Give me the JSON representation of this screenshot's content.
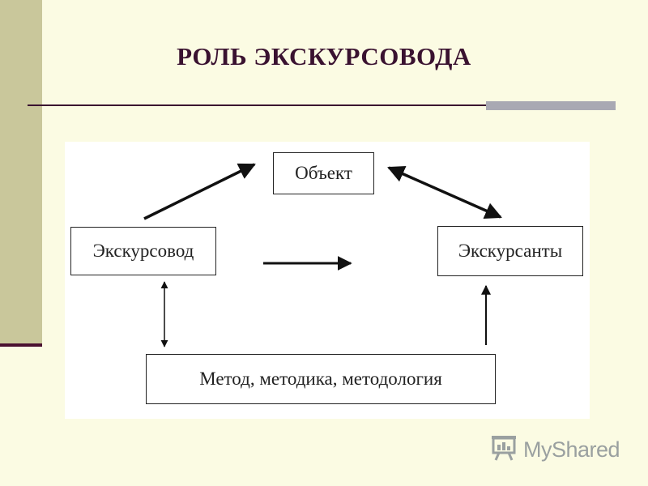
{
  "slide": {
    "title": "РОЛЬ ЭКСКУРСОВОДА"
  },
  "diagram": {
    "nodes": {
      "object": "Объект",
      "guide": "Экскурсовод",
      "tourists": "Экскурсанты",
      "method": "Метод, методика, методология"
    },
    "edges": [
      {
        "from": "guide",
        "to": "object",
        "direction": "one-way"
      },
      {
        "from": "object",
        "to": "tourists",
        "direction": "two-way"
      },
      {
        "from": "guide",
        "to": "tourists",
        "direction": "one-way"
      },
      {
        "from": "guide",
        "to": "method",
        "direction": "two-way"
      },
      {
        "from": "method",
        "to": "tourists",
        "direction": "one-way"
      }
    ]
  },
  "watermark": {
    "text": "MyShared",
    "icon": "presentation-board-icon"
  },
  "colors": {
    "background": "#fbfbe3",
    "accent_band": "#c9c79b",
    "title": "#3a1230",
    "watermark": "#9aa0a0"
  }
}
